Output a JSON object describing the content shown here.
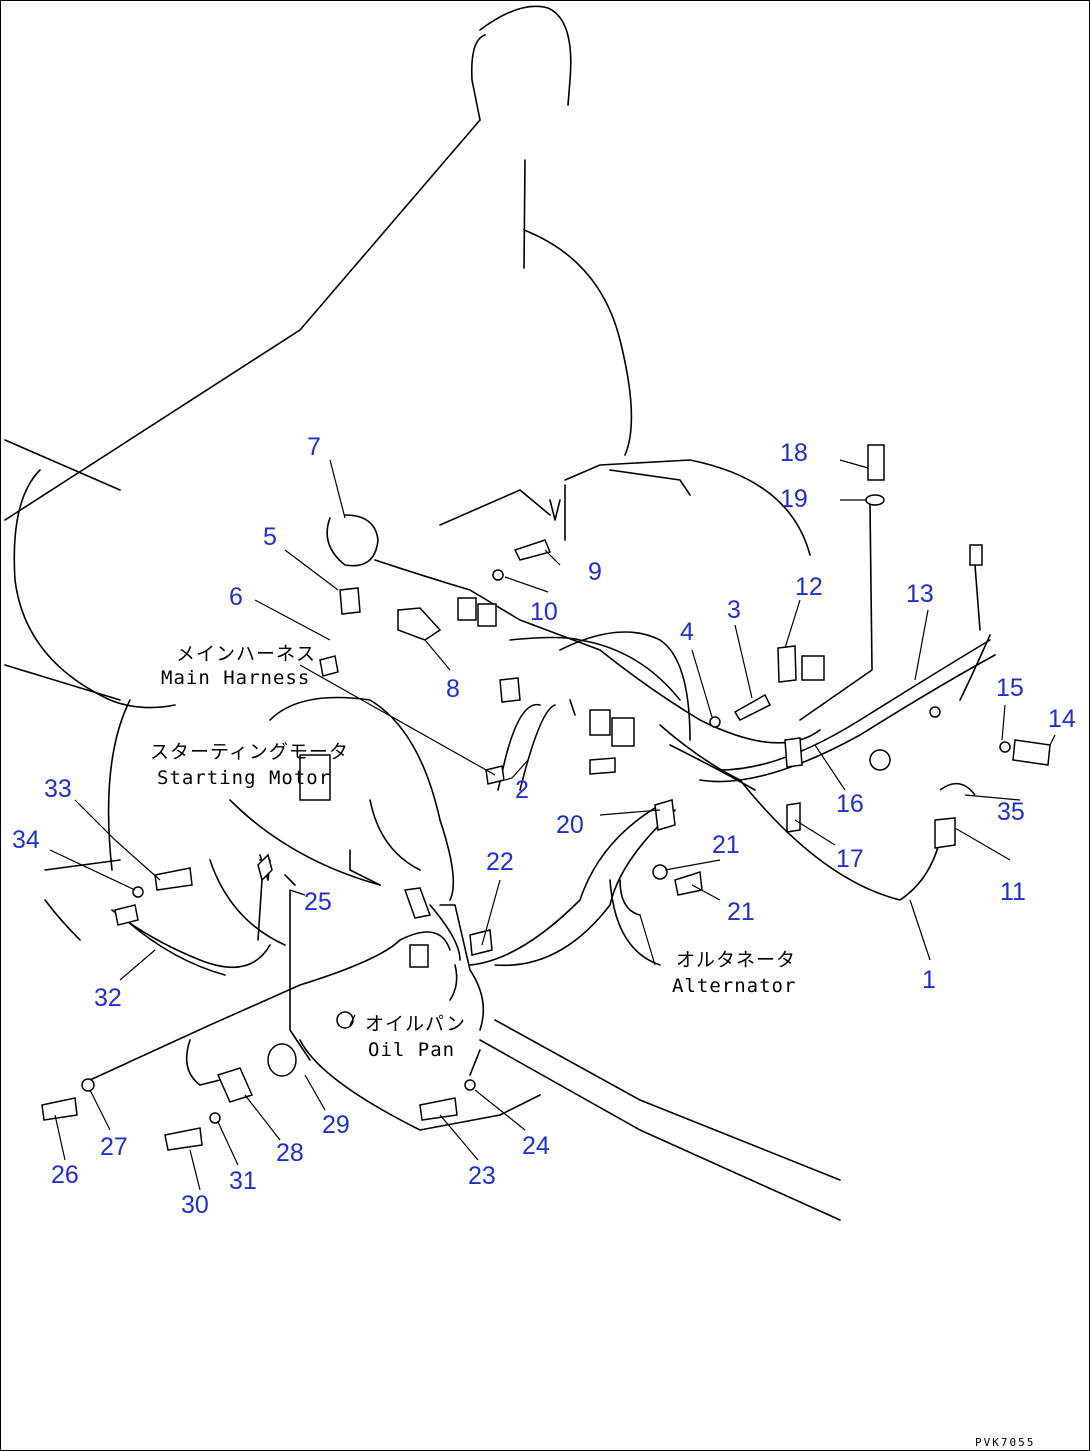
{
  "callouts": [
    "1",
    "2",
    "3",
    "4",
    "5",
    "6",
    "7",
    "8",
    "9",
    "10",
    "11",
    "12",
    "13",
    "14",
    "15",
    "16",
    "17",
    "18",
    "19",
    "20",
    "21",
    "21",
    "22",
    "23",
    "24",
    "25",
    "26",
    "27",
    "28",
    "29",
    "30",
    "31",
    "32",
    "33",
    "34",
    "35"
  ],
  "labels": {
    "main_harness_jp": "メインハーネス",
    "main_harness_en": "Main Harness",
    "starting_motor_jp": "スターティングモータ",
    "starting_motor_en": "Starting Motor",
    "alternator_jp": "オルタネータ",
    "alternator_en": "Alternator",
    "oil_pan_jp": "オイルパン",
    "oil_pan_en": "Oil Pan"
  },
  "drawing_code": "PVK7055",
  "colors": {
    "callout": "#1f2fd0",
    "line": "#000000",
    "background": "#ffffff"
  }
}
